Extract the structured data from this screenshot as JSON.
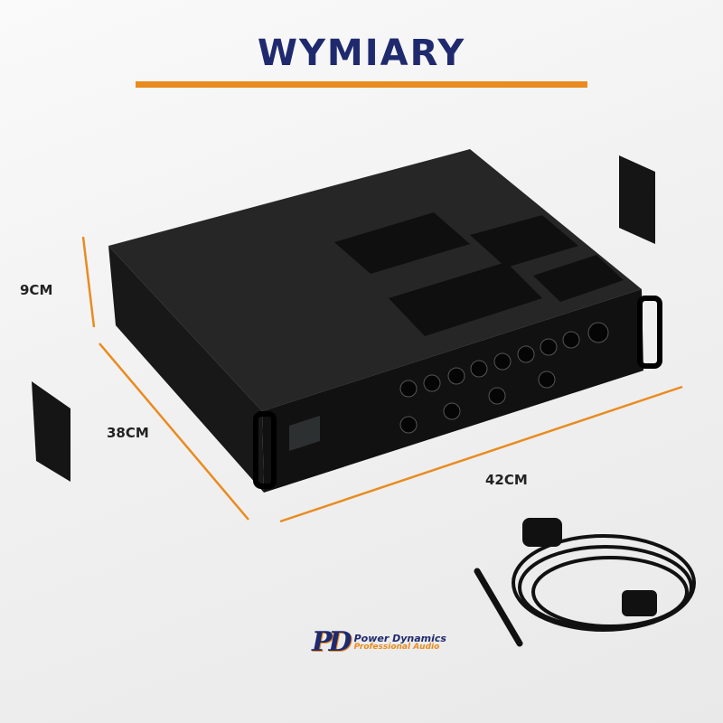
{
  "title": "WYMIARY",
  "dimensions": {
    "height": "9CM",
    "depth": "38CM",
    "width": "42CM"
  },
  "logo": {
    "mark": "PD",
    "brand": "Power Dynamics",
    "subtitle": "Professional Audio"
  },
  "colors": {
    "title": "#1f2a6e",
    "accent": "#e98b1f",
    "device": "#1b1b1b"
  }
}
